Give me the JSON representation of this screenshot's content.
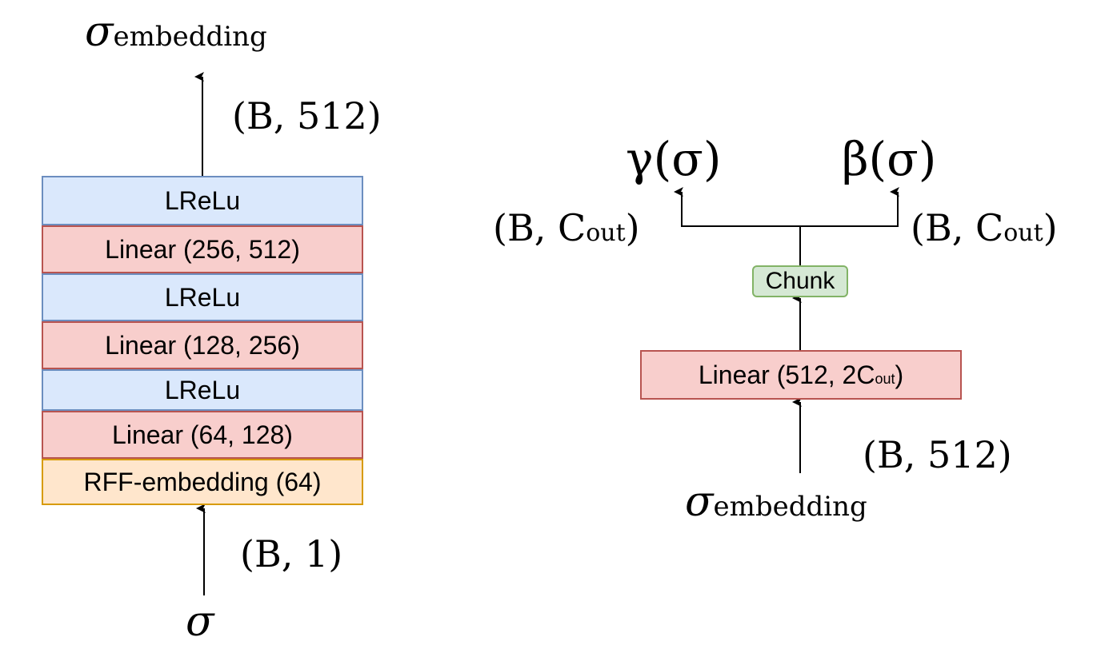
{
  "left": {
    "output_symbol": "σ",
    "output_subscript": "embedding",
    "output_shape": "(B, 512)",
    "input_symbol": "σ",
    "input_shape": "(B, 1)",
    "layers": [
      {
        "label": "LReLu",
        "kind": "activation"
      },
      {
        "label": "Linear (256, 512)",
        "kind": "linear"
      },
      {
        "label": "LReLu",
        "kind": "activation"
      },
      {
        "label": "Linear (128, 256)",
        "kind": "linear"
      },
      {
        "label": "LReLu",
        "kind": "activation"
      },
      {
        "label": "Linear (64, 128)",
        "kind": "linear"
      },
      {
        "label": "RFF-embedding (64)",
        "kind": "embedding"
      }
    ]
  },
  "right": {
    "gamma_label": "γ(σ)",
    "beta_label": "β(σ)",
    "gamma_shape_prefix": "(B, C",
    "gamma_shape_sub": "out",
    "gamma_shape_suffix": ")",
    "beta_shape_prefix": "(B, C",
    "beta_shape_sub": "out",
    "beta_shape_suffix": ")",
    "chunk_label": "Chunk",
    "linear_prefix": "Linear (512, 2C",
    "linear_sub": "out",
    "linear_suffix": ")",
    "input_shape": "(B, 512)",
    "input_symbol": "σ",
    "input_subscript": "embedding"
  },
  "colors": {
    "activation_fill": "#dae8fc",
    "activation_stroke": "#6c8ebf",
    "linear_fill": "#f8cecc",
    "linear_stroke": "#b85450",
    "embedding_fill": "#ffe6cc",
    "embedding_stroke": "#d79b00",
    "chunk_fill": "#d5e8d4",
    "chunk_stroke": "#82b366"
  }
}
